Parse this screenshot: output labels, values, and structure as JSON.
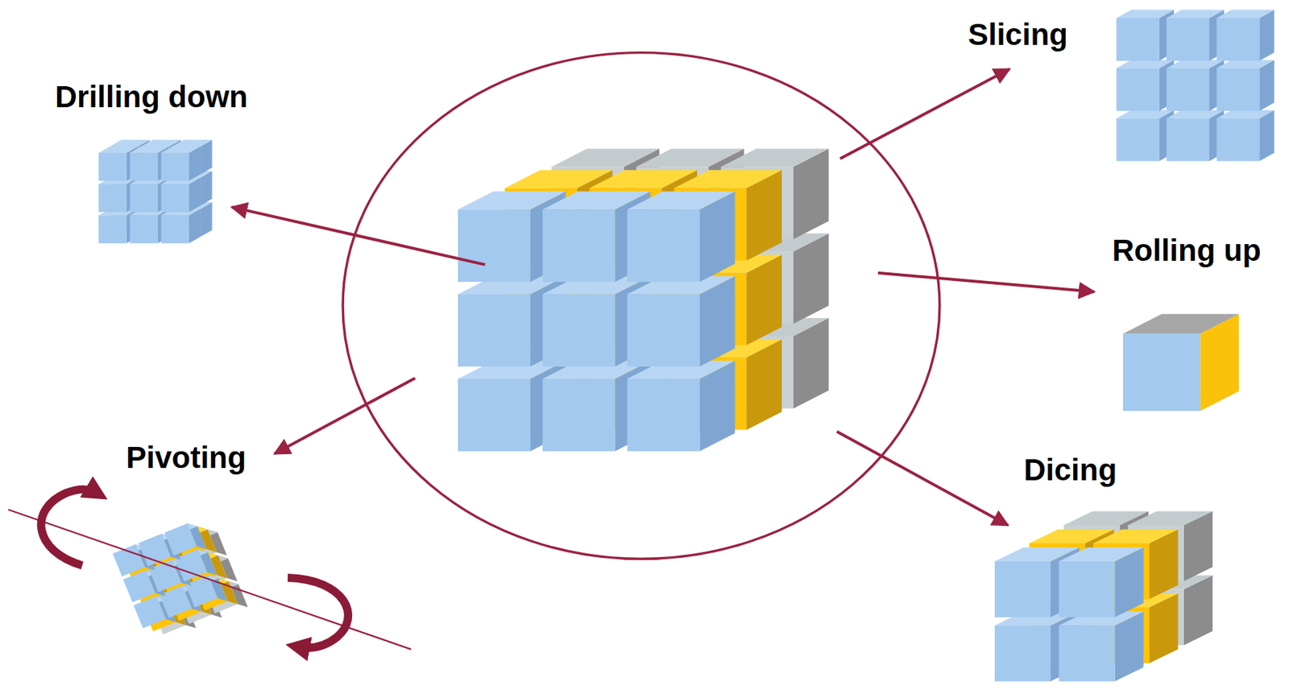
{
  "diagram": {
    "labels": [
      "Slicing",
      "Drilling down",
      "Rolling up",
      "Pivoting",
      "Dicing"
    ]
  }
}
